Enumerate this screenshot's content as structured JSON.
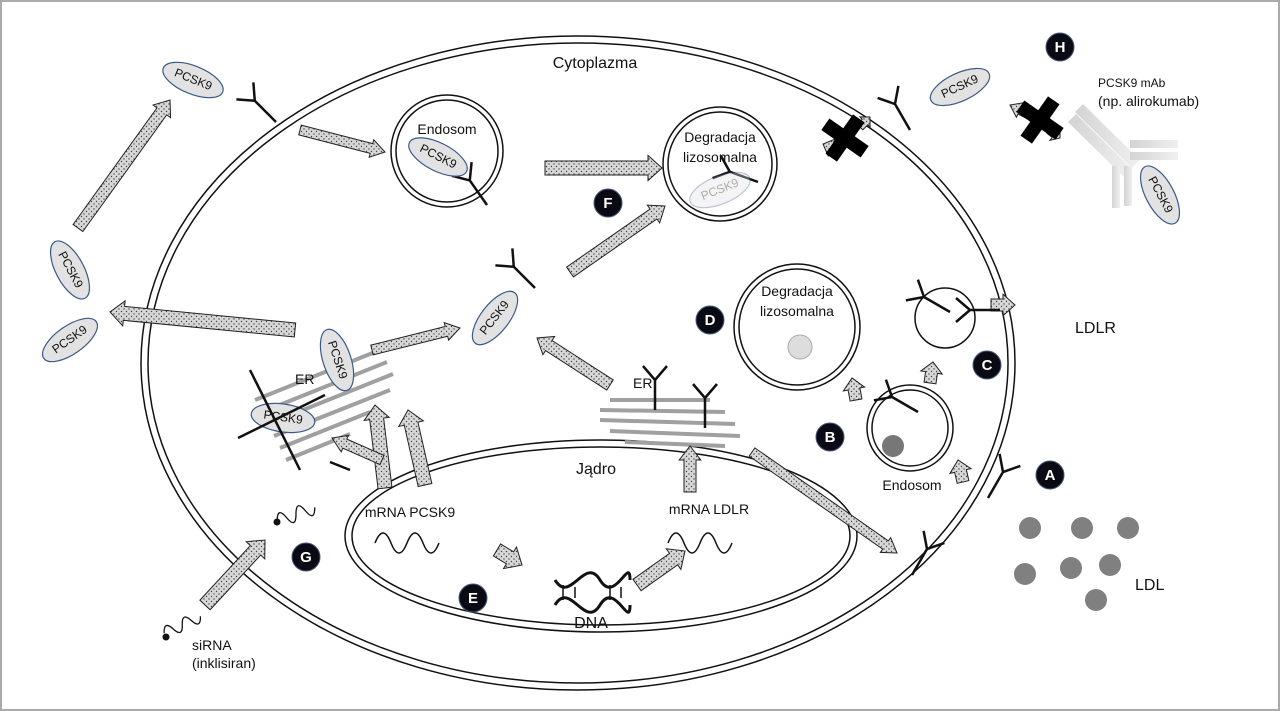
{
  "labels": {
    "cytoplasm": "Cytoplazma",
    "endosome_top": "Endosom",
    "lyso_f_1": "Degradacja",
    "lyso_f_2": "lizosomalna",
    "lyso_d_1": "Degradacja",
    "lyso_d_2": "lizosomalna",
    "er_left": "ER",
    "er_right": "ER",
    "nucleus": "Jądro",
    "mrna_pcsk9": "mRNA PCSK9",
    "mrna_ldlr": "mRNA LDLR",
    "dna": "DNA",
    "endosome_b": "Endosom",
    "ldlr": "LDLR",
    "ldl": "LDL",
    "sirna_1": "siRNA",
    "sirna_2": "(inklisiran)",
    "mab_1": "PCSK9 mAb",
    "mab_2": "(np. alirokumab)",
    "protein": "PCSK9"
  },
  "step_markers": [
    "A",
    "B",
    "C",
    "D",
    "E",
    "F",
    "G",
    "H"
  ],
  "colors": {
    "marker": "#0a0a14",
    "protein_fill": "#e2e2e2",
    "protein_outline": "#3b5a8a",
    "ldl": "#808080",
    "er": "#a0a0a0"
  }
}
